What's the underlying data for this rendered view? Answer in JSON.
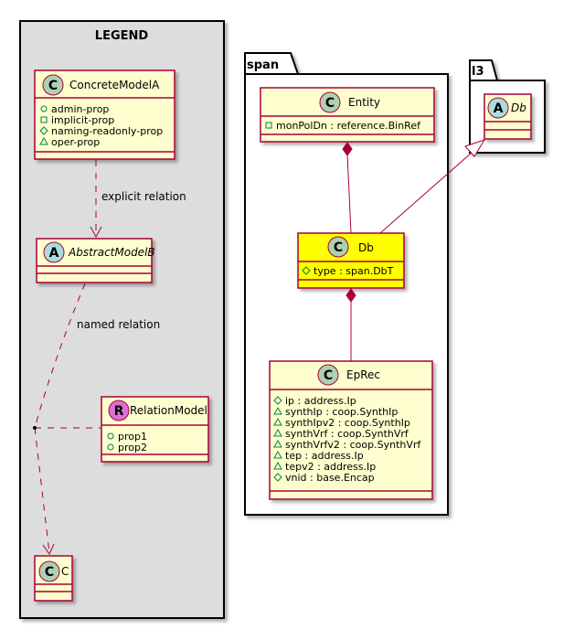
{
  "legend": {
    "title": "LEGEND",
    "concrete_model_a": {
      "stereotype": "C",
      "name": "ConcreteModelA",
      "attributes": [
        {
          "vis": "+",
          "text": "admin-prop"
        },
        {
          "vis": "-",
          "text": "implicit-prop"
        },
        {
          "vis": "#",
          "text": "naming-readonly-prop"
        },
        {
          "vis": "~",
          "text": "oper-prop"
        }
      ]
    },
    "abstract_model_b": {
      "stereotype": "A",
      "name": "AbstractModelB"
    },
    "relation_model": {
      "stereotype": "R",
      "name": "RelationModel",
      "attributes": [
        {
          "vis": "+",
          "text": "prop1"
        },
        {
          "vis": "+",
          "text": "prop2"
        }
      ]
    },
    "class_c": {
      "stereotype": "C",
      "name": "C"
    },
    "explicit_relation_label": "explicit relation",
    "named_relation_label": "named relation"
  },
  "span": {
    "package_label": "span",
    "entity": {
      "stereotype": "C",
      "name": "Entity",
      "attributes": [
        {
          "vis": "-",
          "text": "monPolDn : reference.BinRef"
        }
      ]
    },
    "db": {
      "stereotype": "C",
      "name": "Db",
      "attributes": [
        {
          "vis": "#",
          "text": "type : span.DbT"
        }
      ]
    },
    "eprec": {
      "stereotype": "C",
      "name": "EpRec",
      "attributes": [
        {
          "vis": "#",
          "text": "ip : address.Ip"
        },
        {
          "vis": "~",
          "text": "synthIp : coop.SynthIp"
        },
        {
          "vis": "~",
          "text": "synthIpv2 : coop.SynthIp"
        },
        {
          "vis": "~",
          "text": "synthVrf : coop.SynthVrf"
        },
        {
          "vis": "~",
          "text": "synthVrfv2 : coop.SynthVrf"
        },
        {
          "vis": "~",
          "text": "tep : address.Ip"
        },
        {
          "vis": "~",
          "text": "tepv2 : address.Ip"
        },
        {
          "vis": "#",
          "text": "vnid : base.Encap"
        }
      ]
    }
  },
  "l3": {
    "package_label": "l3",
    "db": {
      "stereotype": "A",
      "name": "Db"
    }
  },
  "colors": {
    "class_fill": "#FEFECE",
    "class_border": "#A80036",
    "highlight_fill": "#FFFF00",
    "legend_bg": "#DDDDDD",
    "circle_c": "#ADD1B2",
    "circle_a": "#A9DCDF",
    "circle_r": "#DA70D6"
  }
}
